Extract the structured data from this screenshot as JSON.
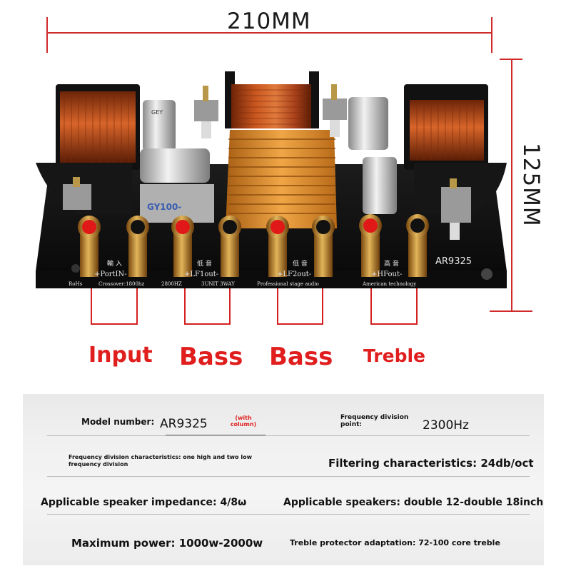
{
  "dimensions": {
    "width_label": "210MM",
    "height_label": "125MM"
  },
  "board": {
    "model_print": "AR9325",
    "cap_brand": "GEY",
    "cap_label": "GY100-",
    "terminal_labels": [
      "+PortIN-",
      "+LF1out-",
      "+LF2out-",
      "+HFout-"
    ],
    "chinese_labels": [
      "輸 入",
      "低 音",
      "低 音",
      "高 音"
    ],
    "bottom_print": [
      "Crossover:1800hz",
      "2800HZ",
      "3UNIT 3WAY",
      "Professional stage audio",
      "American technology"
    ],
    "rohs": "RoHs"
  },
  "channels": {
    "input": "Input",
    "bass1": "Bass",
    "bass2": "Bass",
    "treble": "Treble"
  },
  "specs": {
    "model_label": "Model number:",
    "model_value": "AR9325",
    "model_note": "(with column)",
    "freq_point_label": "Frequency division point:",
    "freq_point_value": "2300Hz",
    "freq_char_label": "Frequency division characteristics: one high and two low frequency division",
    "filter_label": "Filtering characteristics: 24db/oct",
    "impedance_label": "Applicable speaker impedance: 4/8ω",
    "speakers_label": "Applicable speakers: double 12-double 18inch",
    "power_label": "Maximum power: 1000w-2000w",
    "treble_protect_label": "Treble protector adaptation: 72-100 core treble"
  },
  "colors": {
    "accent_red": "#e01e1e",
    "board_black": "#141414",
    "copper": "#c0501e",
    "heatsink_gold": "#e89a2c"
  }
}
